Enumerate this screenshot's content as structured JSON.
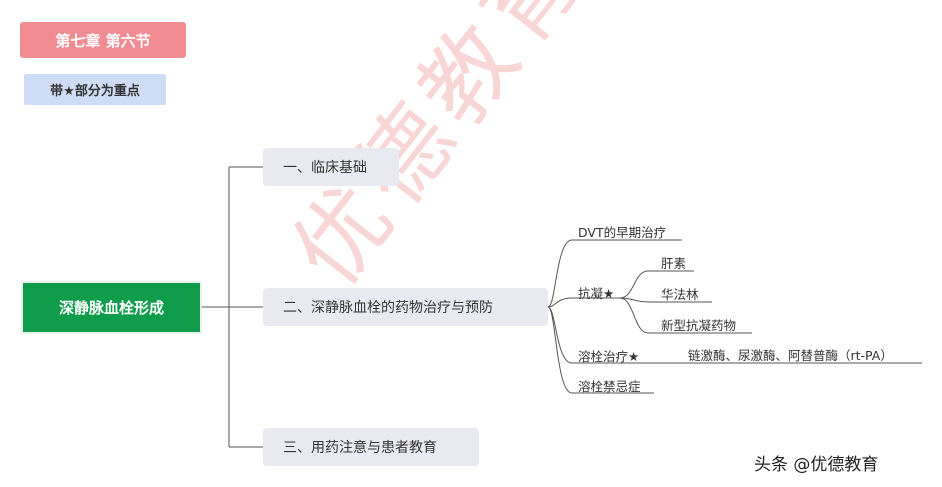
{
  "chapter_tag": "第七章 第六节",
  "note_tag": "带★部分为重点",
  "root": "深静脉血栓形成",
  "branches": [
    {
      "label": "一、临床基础"
    },
    {
      "label": "二、深静脉血栓的药物治疗与预防"
    },
    {
      "label": "三、用药注意与患者教育"
    }
  ],
  "sub": {
    "early": "DVT的早期治疗",
    "anticoag": "抗凝★",
    "anticoag_items": [
      "肝素",
      "华法林",
      "新型抗凝药物"
    ],
    "thrombolysis": "溶栓治疗★",
    "thrombolysis_detail": "链激酶、尿激酶、阿替普酶（rt-PA）",
    "contraindication": "溶栓禁忌症"
  },
  "watermark": "优德教育",
  "signature": "头条 @优德教育"
}
